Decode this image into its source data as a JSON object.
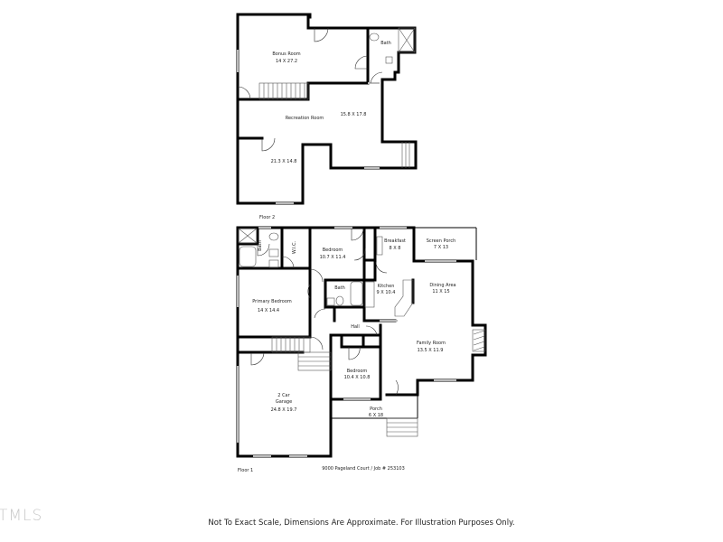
{
  "floor2": {
    "label": "Floor 2",
    "rooms": [
      {
        "name": "Bonus Room",
        "dims": "14 X 27.2"
      },
      {
        "name": "Bath",
        "dims": ""
      },
      {
        "name": "Recreation Room",
        "dims": "15.8 X 17.8"
      },
      {
        "name": "",
        "dims": "21.3 X 14.8"
      }
    ]
  },
  "floor1": {
    "label": "Floor 1",
    "rooms": [
      {
        "name": "Bath",
        "dims": ""
      },
      {
        "name": "W.I.C.",
        "dims": ""
      },
      {
        "name": "Bedroom",
        "dims": "10.7 X 11.4"
      },
      {
        "name": "Breakfast",
        "dims": "8 X 8"
      },
      {
        "name": "Screen Porch",
        "dims": "7 X 13"
      },
      {
        "name": "Primary Bedroom",
        "dims": "14 X 14.4"
      },
      {
        "name": "Bath",
        "dims": ""
      },
      {
        "name": "Kitchen",
        "dims": "9 X 10.4"
      },
      {
        "name": "Dining Area",
        "dims": "11 X 15"
      },
      {
        "name": "Hall",
        "dims": ""
      },
      {
        "name": "Family Room",
        "dims": "13.5 X 11.9"
      },
      {
        "name": "Bedroom",
        "dims": "10.4 X 10.8"
      },
      {
        "name": "2 Car",
        "dims": "Garage"
      },
      {
        "name": "24.8 X 19.7",
        "dims": ""
      },
      {
        "name": "Porch",
        "dims": "6 X 18"
      }
    ]
  },
  "address_line": "9000 Pageland Court / Job # 253103",
  "watermark": "TMLS",
  "disclaimer": "Not To Exact Scale, Dimensions Are Approximate. For Illustration Purposes Only."
}
